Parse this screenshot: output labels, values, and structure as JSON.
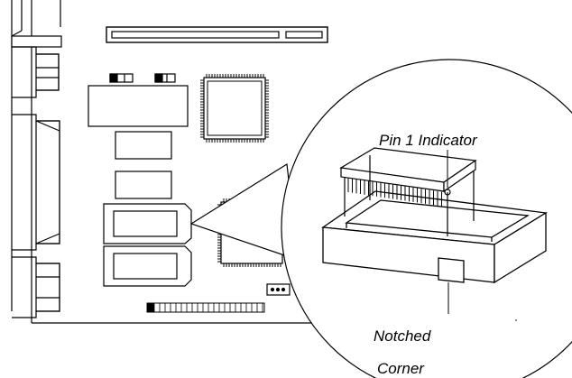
{
  "labels": {
    "pin1": "Pin 1 Indicator",
    "notched_line1": "Notched",
    "notched_line2": "Corner"
  },
  "colors": {
    "ink": "#000000",
    "paper": "#ffffff"
  }
}
